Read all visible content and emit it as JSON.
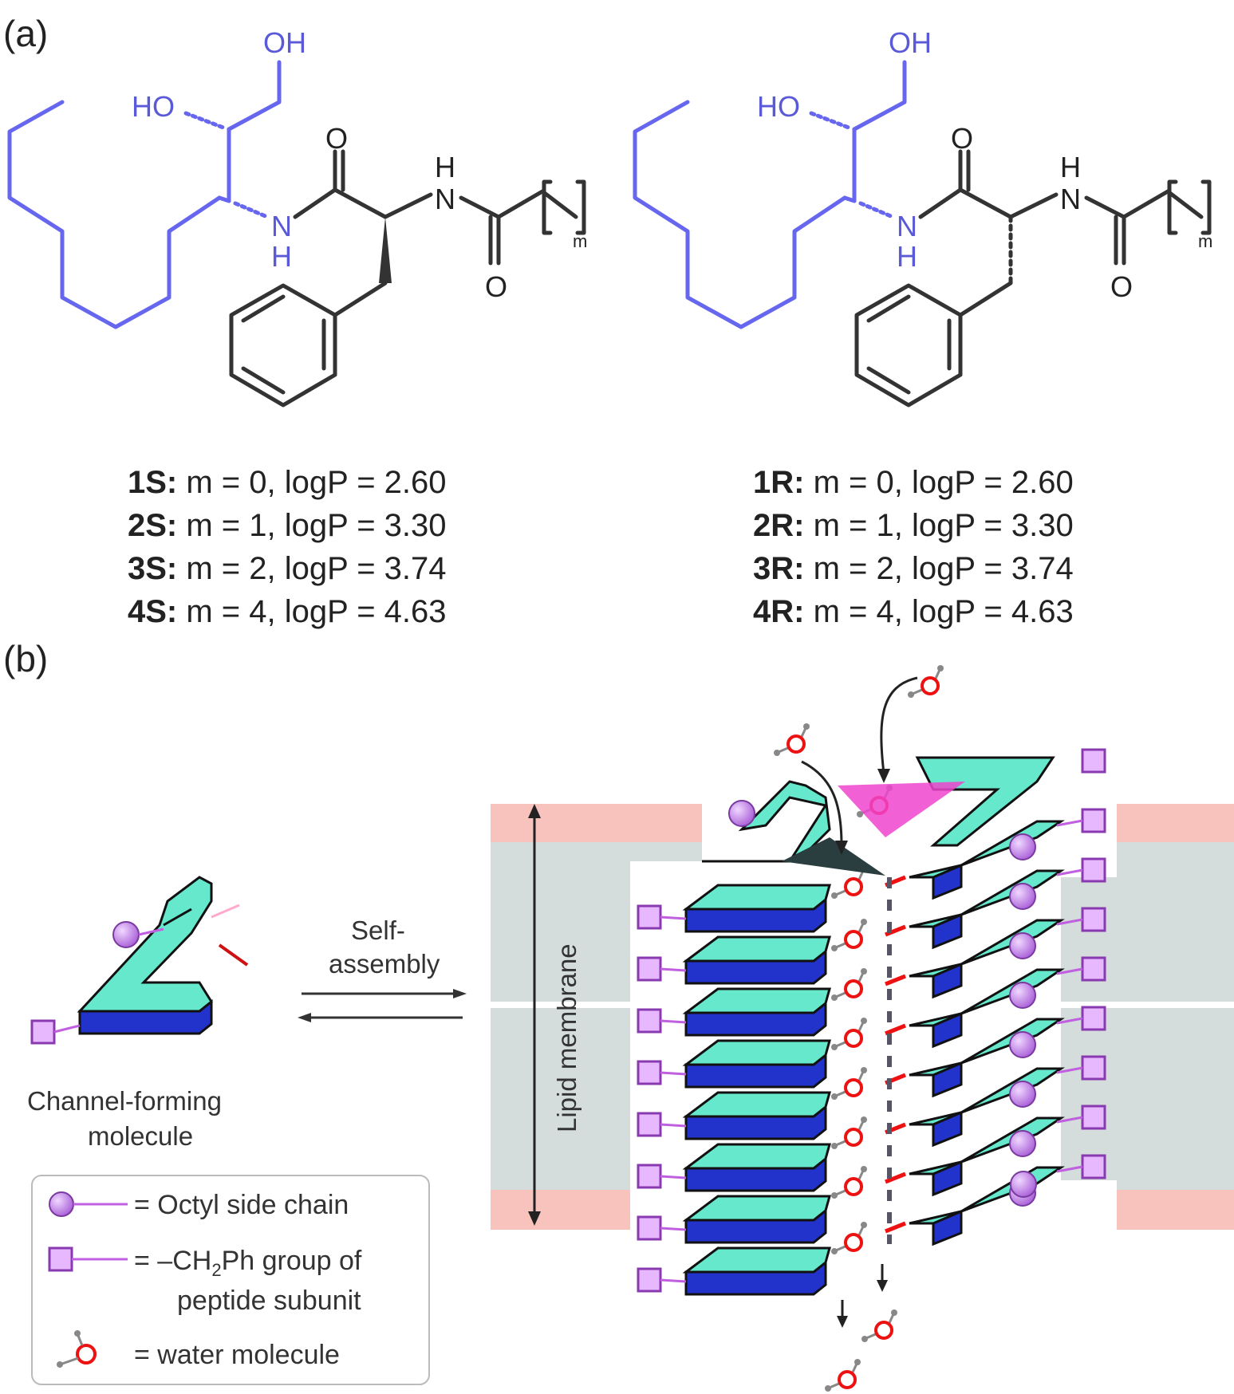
{
  "panel_a": {
    "label": "(a)",
    "left_structure": {
      "atoms": {
        "oh_top": "OH",
        "ho": "HO",
        "o_carbonyl": "O",
        "nh_h": "H",
        "nh_n": "N",
        "amide_n": "N",
        "amide_h": "H",
        "o_bottom": "O",
        "m": "m"
      }
    },
    "right_structure": {
      "atoms": {
        "oh_top": "OH",
        "ho": "HO",
        "o_carbonyl": "O",
        "nh_h": "H",
        "nh_n": "N",
        "amide_n": "N",
        "amide_h": "H",
        "o_bottom": "O",
        "m": "m"
      }
    },
    "compounds_s": [
      {
        "id": "1S:",
        "text": " m = 0, logP = 2.60"
      },
      {
        "id": "2S:",
        "text": " m = 1, logP = 3.30"
      },
      {
        "id": "3S:",
        "text": " m = 2, logP = 3.74"
      },
      {
        "id": "4S:",
        "text": " m = 4, logP = 4.63"
      }
    ],
    "compounds_r": [
      {
        "id": "1R:",
        "text": " m = 0, logP = 2.60"
      },
      {
        "id": "2R:",
        "text": " m = 1, logP = 3.30"
      },
      {
        "id": "3R:",
        "text": " m = 2, logP = 3.74"
      },
      {
        "id": "4R:",
        "text": " m = 4, logP = 4.63"
      }
    ]
  },
  "panel_b": {
    "label": "(b)",
    "arrow_label_line1": "Self-",
    "arrow_label_line2": "assembly",
    "molecule_caption_line1": "Channel-forming",
    "molecule_caption_line2": "molecule",
    "membrane_label": "Lipid membrane",
    "legend": {
      "octyl": "= Octyl side chain",
      "benzyl_line1_pre": "= –CH",
      "benzyl_sub": "2",
      "benzyl_line1_post": "Ph group of",
      "benzyl_line2": "peptide subunit",
      "water": "= water molecule"
    }
  },
  "colors": {
    "blue_chain": "#6666ee",
    "purple_marker": "#b86fe0",
    "membrane_pink": "#f7c3bc",
    "membrane_gray": "#d4dcdc",
    "stack_teal": "#66e8cc",
    "stack_blue": "#2233cc",
    "water_red": "#ee1111"
  }
}
